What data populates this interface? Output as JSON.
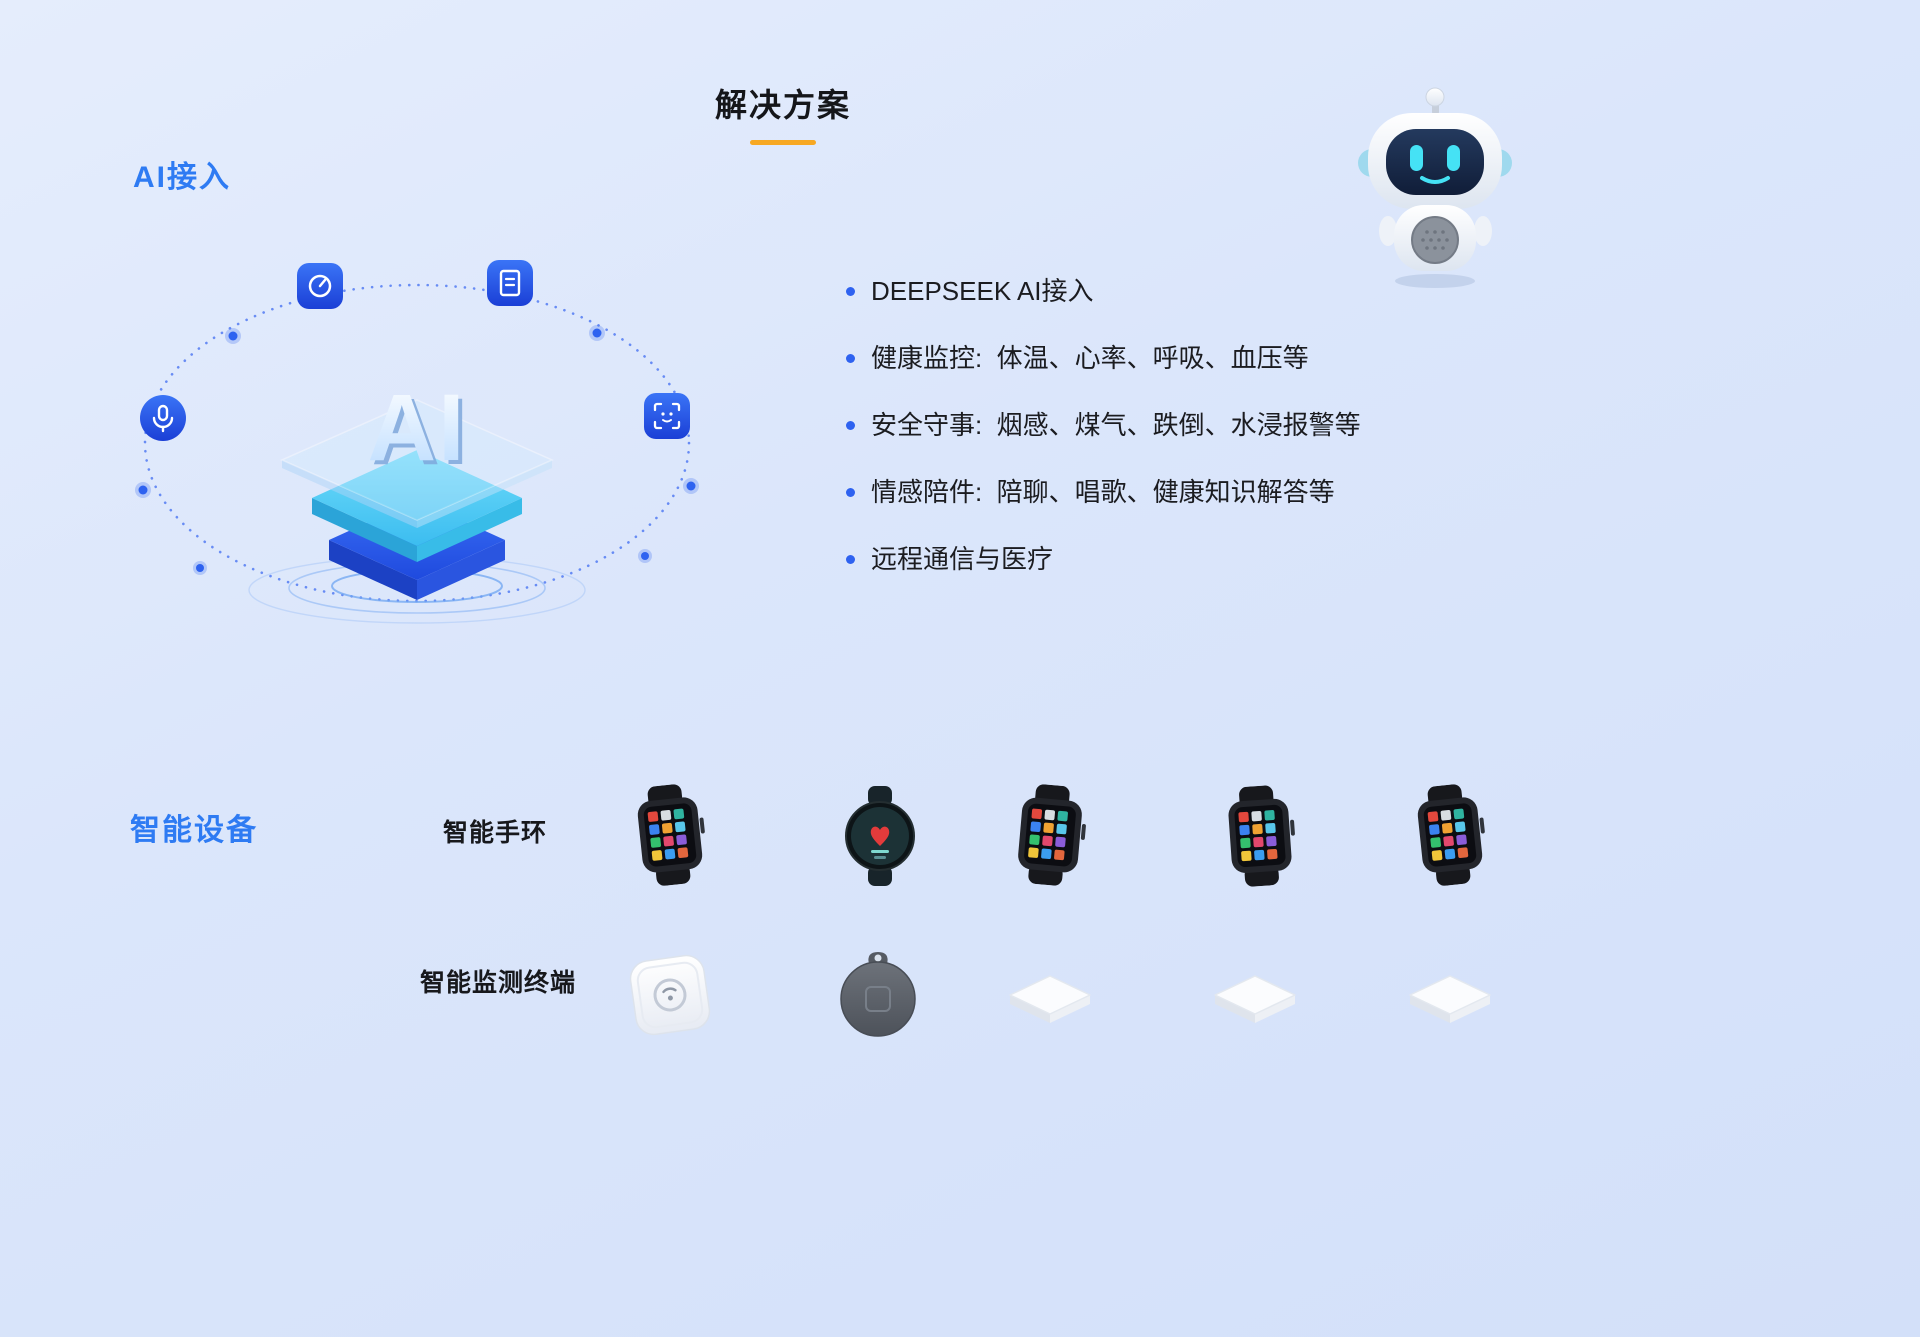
{
  "header": {
    "title": "解决方案"
  },
  "ai_section": {
    "heading": "AI接入",
    "center_label": "AI",
    "orbit_icons": [
      "gauge-icon",
      "document-icon",
      "microphone-icon",
      "face-scan-icon"
    ],
    "bullets": [
      "DEEPSEEK AI接入",
      "健康监控:  体温、心率、呼吸、血压等",
      "安全守事:  烟感、煤气、跌倒、水浸报警等",
      "情感陪件:  陪聊、唱歌、健康知识解答等",
      "远程通信与医疗"
    ]
  },
  "devices_section": {
    "heading": "智能设备",
    "rows": [
      {
        "label": "智能手环",
        "items": [
          "square-smartwatch",
          "round-smartwatch",
          "square-smartwatch",
          "square-smartwatch",
          "square-smartwatch"
        ]
      },
      {
        "label": "智能监测终端",
        "items": [
          "button-terminal",
          "disc-terminal",
          "slab-terminal",
          "slab-terminal",
          "slab-terminal"
        ]
      }
    ]
  },
  "colors": {
    "background": "#dbe6fb",
    "accent_blue": "#2e7bf3",
    "underline_orange": "#f7a823",
    "bullet_dot": "#2e62f0"
  }
}
